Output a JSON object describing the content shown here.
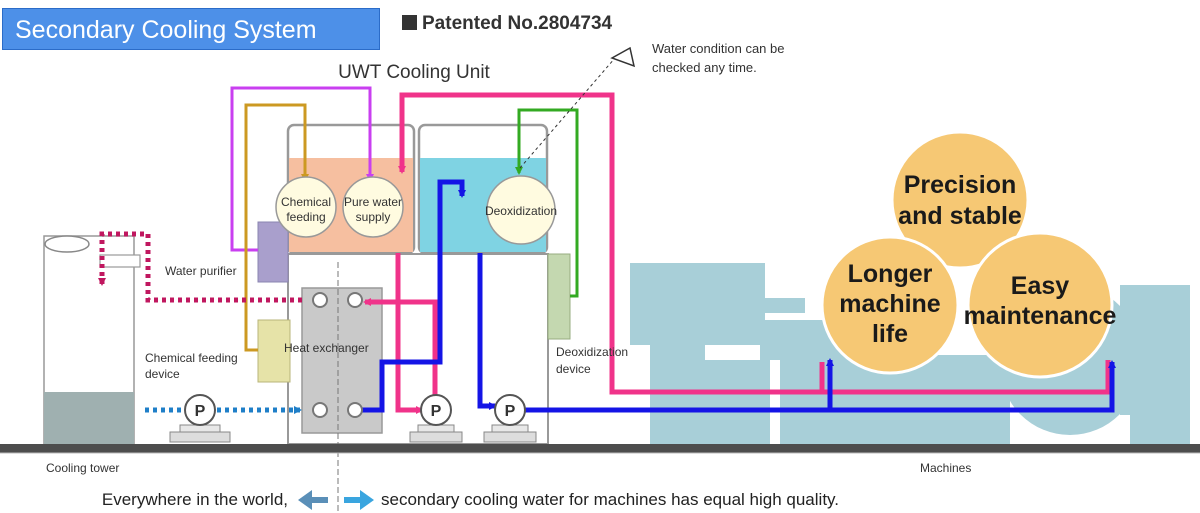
{
  "title": "Secondary Cooling System",
  "patent": "Patented No.2804734",
  "unit_label": "UWT Cooling Unit",
  "callout": [
    "Water condition can be",
    "checked any time."
  ],
  "components": {
    "chemical_feeding": [
      "Chemical",
      "feeding"
    ],
    "pure_water_supply": [
      "Pure water",
      "supply"
    ],
    "deoxidization": "Deoxidization",
    "water_purifier": "Water purifier",
    "heat_exchanger": "Heat exchanger",
    "chemical_feeding_device": [
      "Chemical feeding",
      "device"
    ],
    "deoxidization_device": [
      "Deoxidization",
      "device"
    ],
    "pump": "P"
  },
  "benefits": {
    "precision": [
      "Precision",
      "and stable"
    ],
    "longer_life": [
      "Longer",
      "machine",
      "life"
    ],
    "easy_maintenance": [
      "Easy",
      "maintenance"
    ]
  },
  "ground_labels": {
    "cooling_tower": "Cooling tower",
    "machines": "Machines"
  },
  "footer": {
    "left": "Everywhere in the world,",
    "right": "secondary cooling water for machines has equal high quality."
  },
  "colors": {
    "title_bg": "#4d90e8",
    "pink_line": "#f0338a",
    "blue_line": "#1414e6",
    "dotted_blue": "#1f7fc8",
    "purple_line": "#c93ff0",
    "gold_line": "#cc9922",
    "green_line": "#33aa22",
    "tank_orange": "#f6bfa0",
    "tank_cyan": "#7fd3e3",
    "machine": "#a8cfd8",
    "benefit_circle": "#f6c874",
    "footer_arrow": "#3aa5df"
  }
}
